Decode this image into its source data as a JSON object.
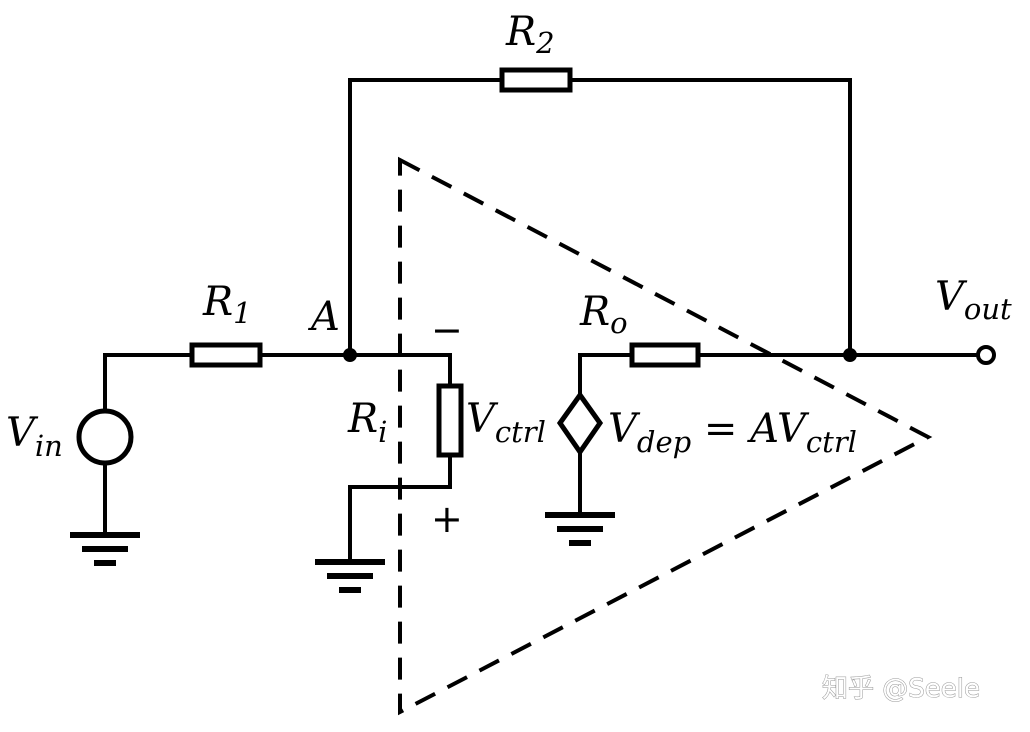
{
  "labels": {
    "r2": {
      "main": "R",
      "sub": "2"
    },
    "r1": {
      "main": "R",
      "sub": "1"
    },
    "node_a": "A",
    "ro": {
      "main": "R",
      "sub": "o"
    },
    "vout": {
      "main": "V",
      "sub": "out"
    },
    "vin": {
      "main": "V",
      "sub": "in"
    },
    "ri": {
      "main": "R",
      "sub": "i"
    },
    "vctrl": {
      "main": "V",
      "sub": "ctrl"
    },
    "vdep": {
      "main": "V",
      "sub": "dep",
      "rest_main": " = AV",
      "rest_sub": "ctrl"
    },
    "minus": "−",
    "plus": "+"
  },
  "watermark": "知乎 @Seele"
}
